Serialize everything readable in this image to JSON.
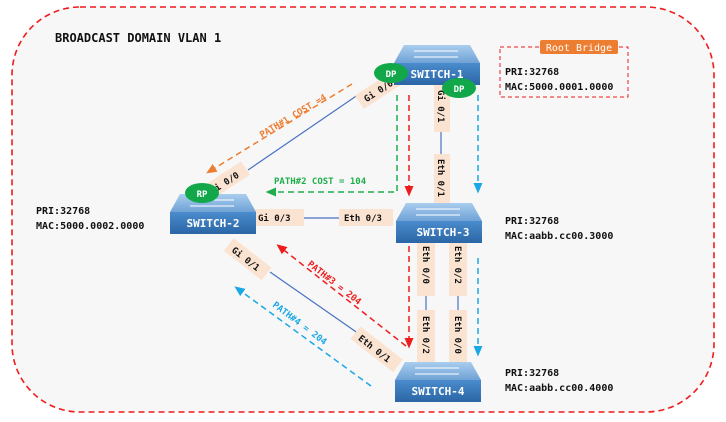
{
  "domain_title": "BROADCAST DOMAIN VLAN 1",
  "root_bridge": {
    "badge": "Root Bridge",
    "pri": "PRI:32768",
    "mac": "MAC:5000.0001.0000"
  },
  "switches": [
    {
      "id": "sw1",
      "label": "SWITCH-1"
    },
    {
      "id": "sw2",
      "label": "SWITCH-2",
      "pri": "PRI:32768",
      "mac": "MAC:5000.0002.0000"
    },
    {
      "id": "sw3",
      "label": "SWITCH-3",
      "pri": "PRI:32768",
      "mac": "MAC:aabb.cc00.3000"
    },
    {
      "id": "sw4",
      "label": "SWITCH-4",
      "pri": "PRI:32768",
      "mac": "MAC:aabb.cc00.4000"
    }
  ],
  "port_roles": {
    "sw1_gi00": "DP",
    "sw1_gi01": "DP",
    "sw2_gi00": "RP"
  },
  "ports": {
    "sw1_gi00": "Gi 0/0",
    "sw1_gi01": "Gi 0/1",
    "sw2_gi00": "Gi 0/0",
    "sw2_gi03": "Gi 0/3",
    "sw2_gi01": "Gi 0/1",
    "sw3_eth01": "Eth 0/1",
    "sw3_eth03": "Eth 0/3",
    "sw3_eth00": "Eth 0/0",
    "sw3_eth02": "Eth 0/2",
    "sw4_eth02": "Eth 0/2",
    "sw4_eth00": "Eth 0/0",
    "sw4_eth01": "Eth 0/1"
  },
  "paths": [
    {
      "id": "path1",
      "label": "PATH#1 COST =4",
      "color": "#ed7d31"
    },
    {
      "id": "path2",
      "label": "PATH#2 COST = 104",
      "color": "#1fae4b"
    },
    {
      "id": "path3",
      "label": "PATH#3 = 204",
      "color": "#ee1c1c"
    },
    {
      "id": "path4",
      "label": "PATH#4 = 204",
      "color": "#1aa7e6"
    }
  ],
  "colors": {
    "domain_border": "#ee1c1c",
    "background": "#f7f7f7",
    "switch_body": "#3a7cbf",
    "switch_top": "#7fb0de",
    "port_label_bg": "#fbe3d2",
    "role_badge": "#12a84a",
    "link": "#4a72c4",
    "root_badge": "#ed7d31"
  }
}
